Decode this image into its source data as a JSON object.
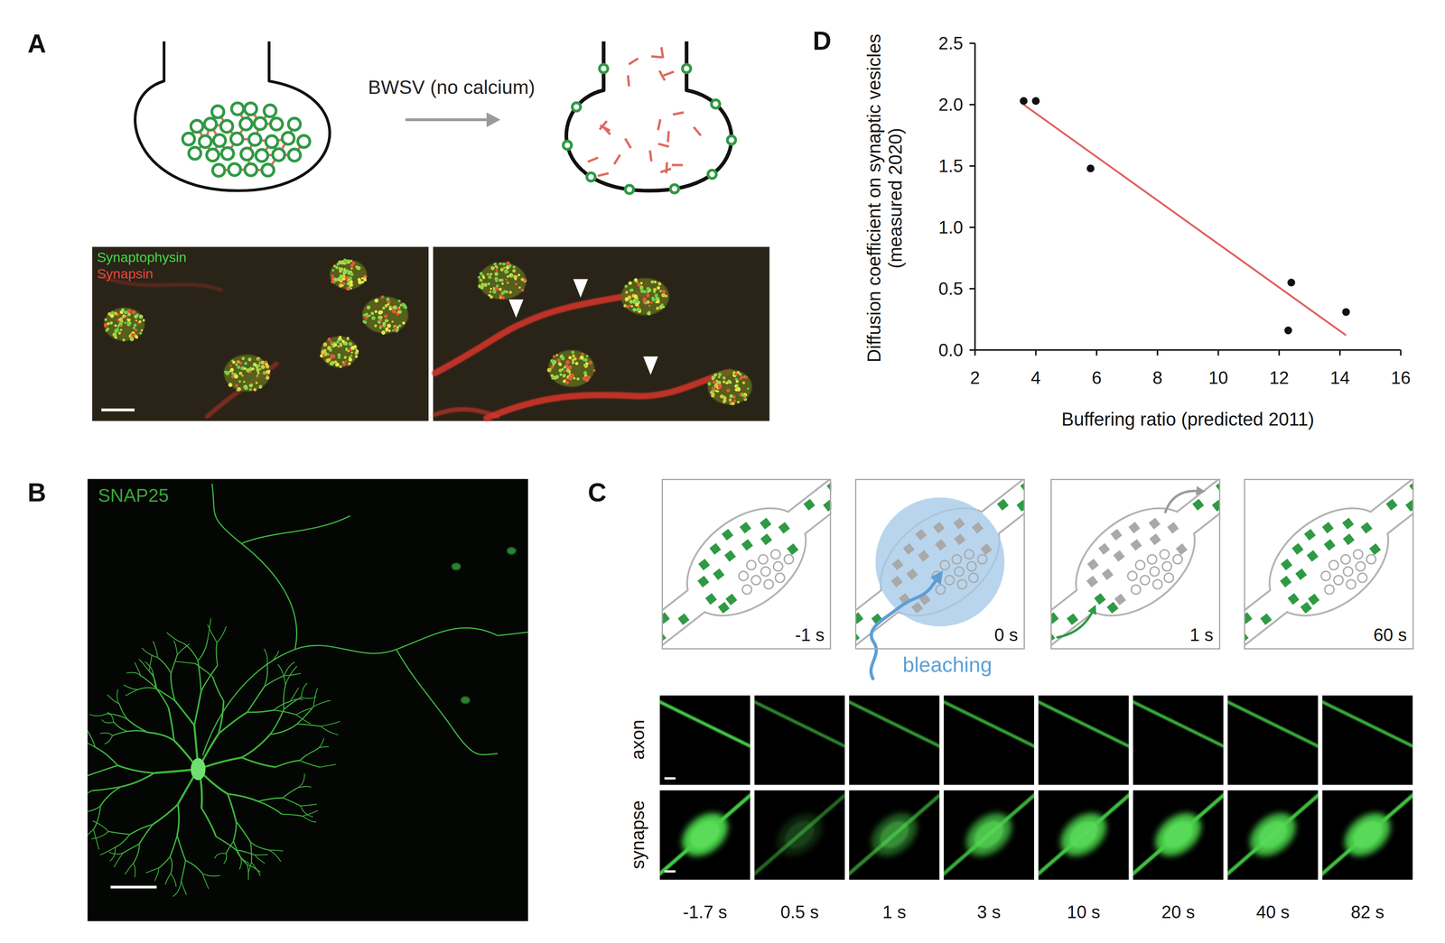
{
  "diagram": {
    "nodes": [
      {
        "text": [
          "Synaptophysin",
          "Synapsin"
        ]
      },
      {
        "text": [
          "SNAP25"
        ]
      },
      {
        "text": [
          "-1 s"
        ]
      },
      {
        "text": [
          "0 s"
        ]
      },
      {
        "text": [
          "1 s"
        ]
      },
      {
        "text": [
          "60 s"
        ]
      }
    ],
    "labels": [
      "A",
      "BWSV (no calcium)",
      "B",
      "C",
      "bleaching",
      "axon",
      "synapse",
      "-1.7 s",
      "0.5 s",
      "1 s",
      "3 s",
      "10 s",
      "20 s",
      "40 s",
      "82 s",
      "D",
      "Diffusion coefficient on synaptic vesicles (measured 2020)",
      "Buffering ratio (predicted 2011)",
      "0.0",
      "0.5",
      "1.0",
      "1.5",
      "2.0",
      "2.5",
      "2",
      "4",
      "6",
      "8",
      "10",
      "12",
      "14",
      "16"
    ]
  }
}
